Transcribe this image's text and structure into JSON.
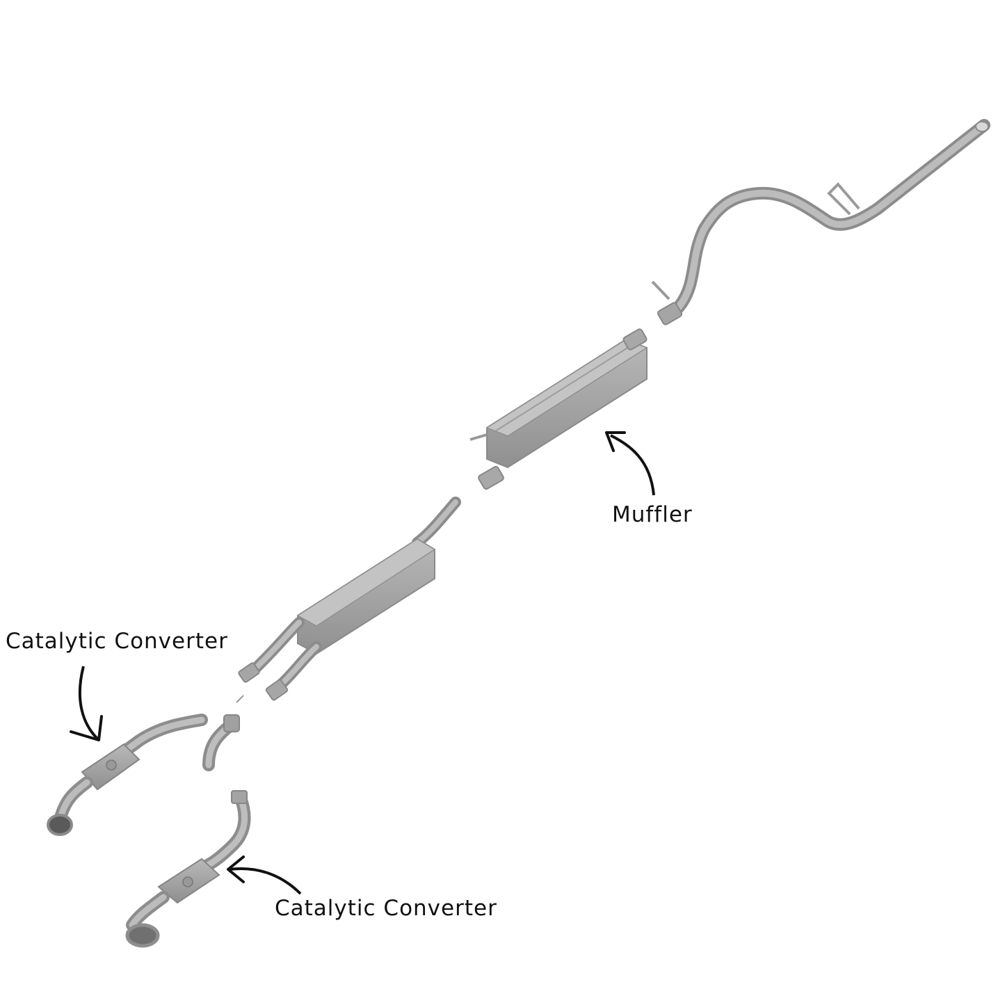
{
  "labels": {
    "muffler": "Muffler",
    "catalytic_converter_upper": "Catalytic Converter",
    "catalytic_converter_lower": "Catalytic Converter"
  },
  "colors": {
    "background": "#ffffff",
    "metal_dark": "#8e8e8e",
    "metal_mid": "#a9a9a9",
    "metal_light": "#c8c8c8",
    "text": "#111111",
    "arrow": "#111111"
  }
}
